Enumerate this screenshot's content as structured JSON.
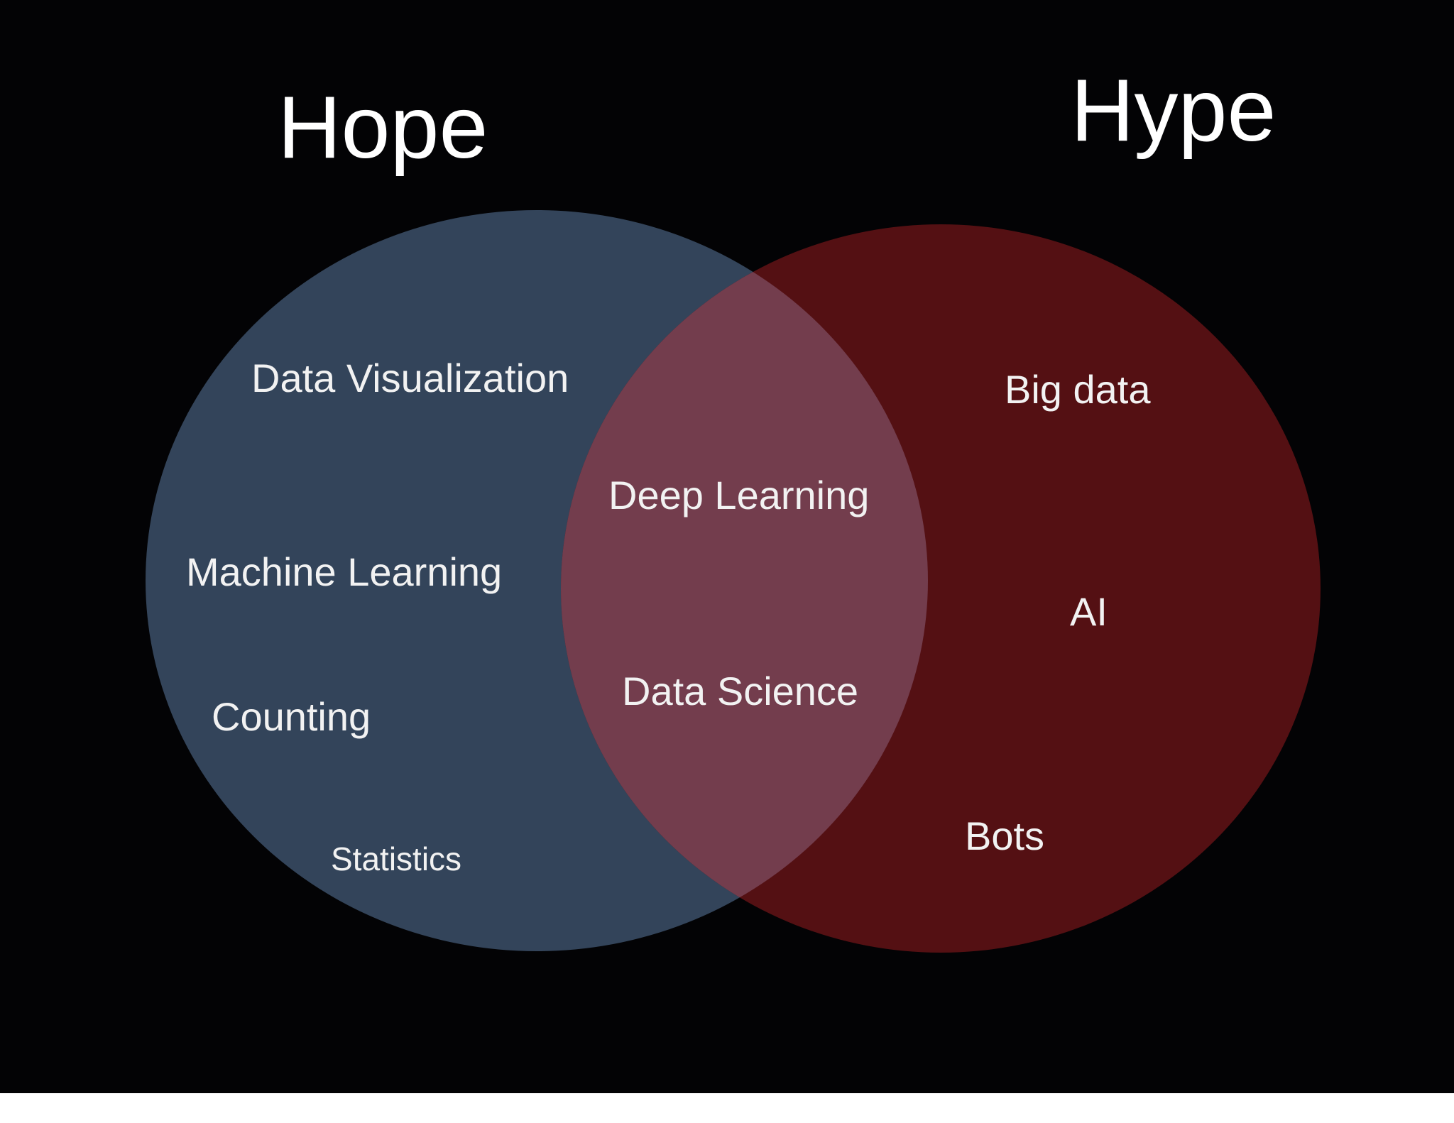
{
  "diagram": {
    "type": "venn",
    "sets": [
      {
        "title": "Hope",
        "color": "#33445a"
      },
      {
        "title": "Hype",
        "color": "#541013"
      }
    ],
    "overlap_color": "#733d4d",
    "background_color": "#030305",
    "hope_only": [
      "Data Visualization",
      "Machine Learning",
      "Counting",
      "Statistics"
    ],
    "overlap": [
      "Deep Learning",
      "Data Science"
    ],
    "hype_only": [
      "Big data",
      "AI",
      "Bots"
    ]
  }
}
